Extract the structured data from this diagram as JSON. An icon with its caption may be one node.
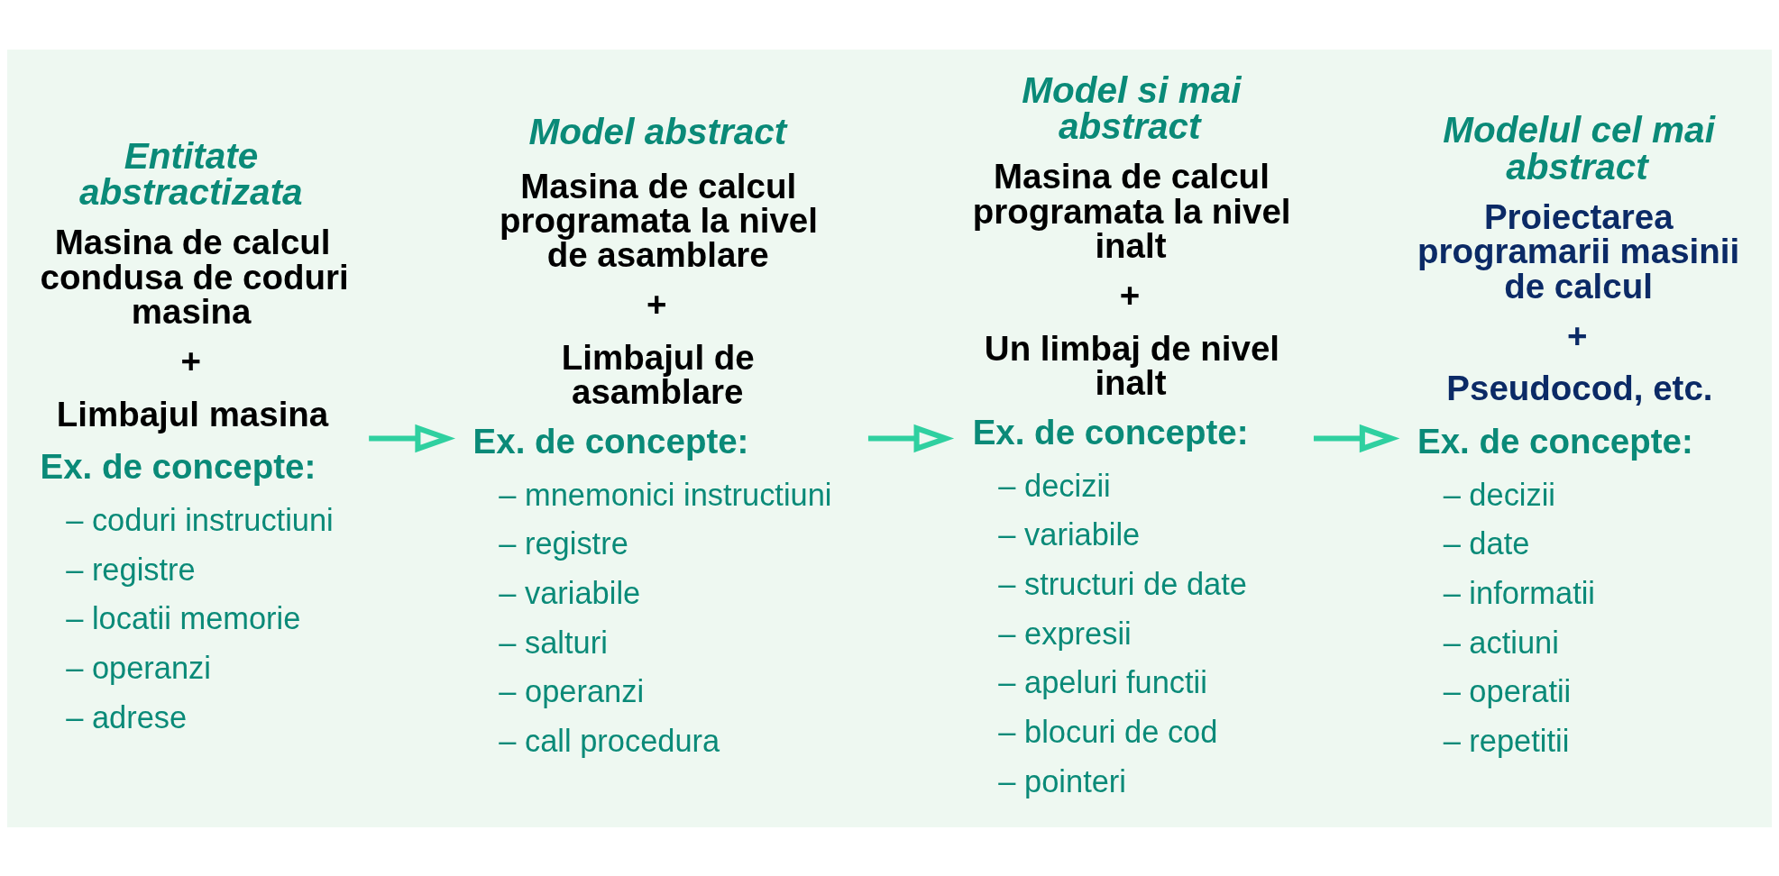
{
  "diagram": {
    "nodes": [
      {
        "text": [
          "Entitate abstractizata",
          "Masina de calcul condusa de coduri masina",
          "+",
          "Limbajul masina",
          "Ex. de concepte:",
          "– coduri instructiuni",
          "– registre",
          "– locatii memorie",
          "– operanzi",
          "– adrese"
        ]
      },
      {
        "text": [
          "Model abstract",
          "Masina de calcul programata la nivel de asamblare",
          "+",
          "Limbajul de asamblare",
          "Ex. de concepte:",
          "– mnemonici instructiuni",
          "– registre",
          "– variabile",
          "– salturi",
          "– operanzi",
          "– call procedura"
        ]
      },
      {
        "text": [
          "Model si mai abstract",
          "Masina de calcul programata la nivel inalt",
          "+",
          "Un limbaj de nivel inalt",
          "Ex. de concepte:",
          "– decizii",
          "– variabile",
          "– structuri de date",
          "– expresii",
          "– apeluri functii",
          "– blocuri de cod",
          "– pointeri"
        ]
      },
      {
        "text": [
          "Modelul cel mai abstract",
          "Proiectarea programarii masinii de calcul",
          "+",
          "Pseudocod, etc.",
          "Ex. de concepte:",
          "– decizii",
          "– date",
          "– informatii",
          "– actiuni",
          "– operatii",
          "– repetitii"
        ]
      }
    ],
    "edges": [
      {
        "from": 0,
        "to": 1,
        "arrow": "to"
      },
      {
        "from": 1,
        "to": 2,
        "arrow": "to"
      },
      {
        "from": 2,
        "to": 3,
        "arrow": "to"
      }
    ]
  }
}
